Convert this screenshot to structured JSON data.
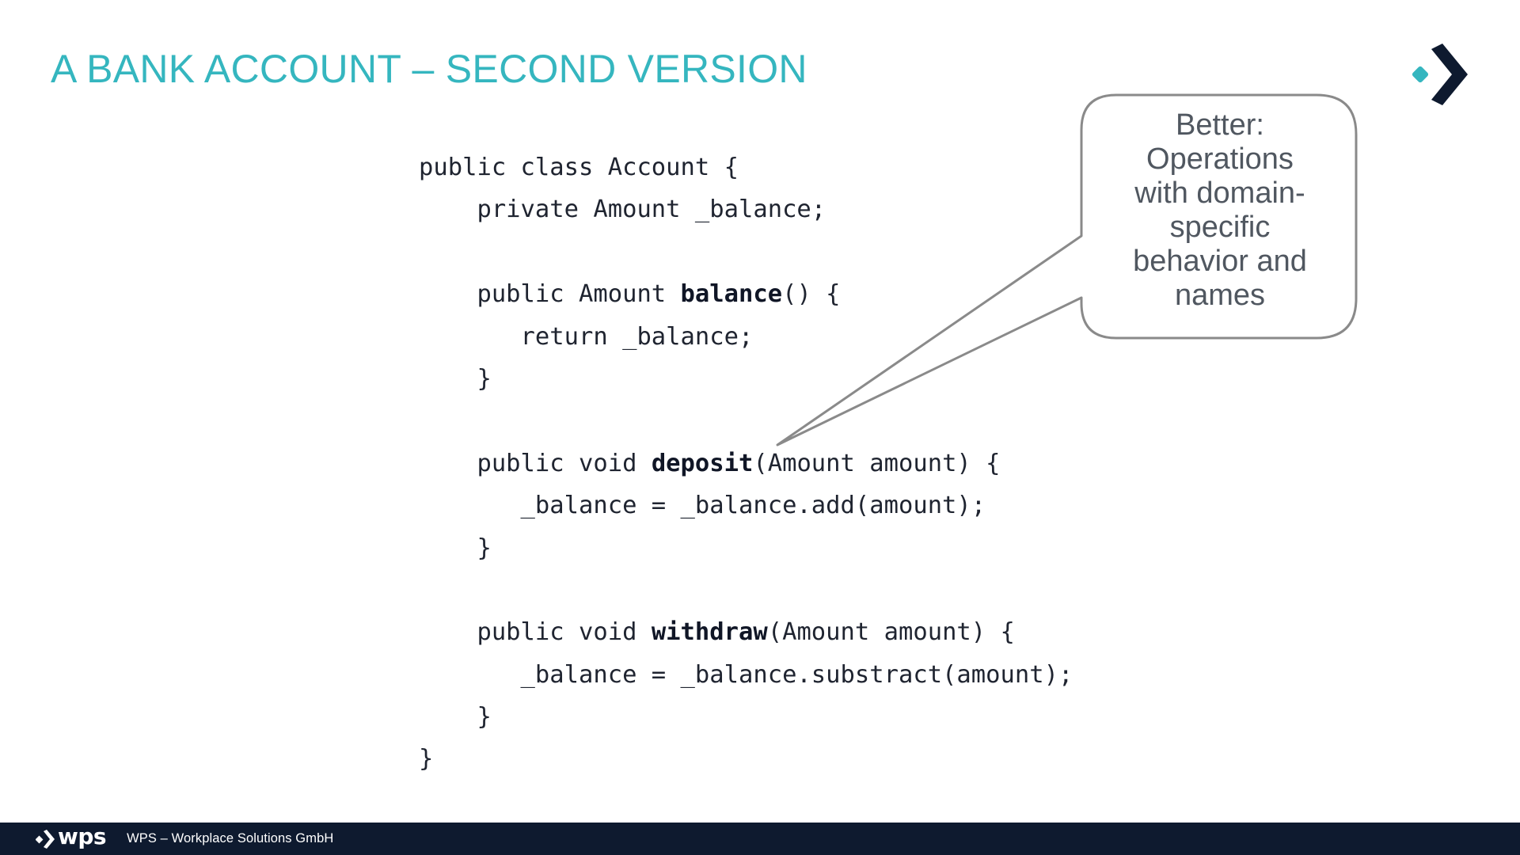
{
  "slide": {
    "title": "A BANK ACCOUNT – SECOND VERSION",
    "accent_color": "#35b6bf",
    "dark_color": "#0e1a2f"
  },
  "code": {
    "language": "java",
    "lines": [
      {
        "text": "public class Account {"
      },
      {
        "text": "    private Amount _balance;"
      },
      {
        "text": ""
      },
      {
        "text": "    public Amount ",
        "bold": "balance",
        "after": "() {"
      },
      {
        "text": "       return _balance;"
      },
      {
        "text": "    }"
      },
      {
        "text": ""
      },
      {
        "text": "    public void ",
        "bold": "deposit",
        "after": "(Amount amount) {"
      },
      {
        "text": "       _balance = _balance.add(amount);"
      },
      {
        "text": "    }"
      },
      {
        "text": ""
      },
      {
        "text": "    public void ",
        "bold": "withdraw",
        "after": "(Amount amount) {"
      },
      {
        "text": "       _balance = _balance.substract(amount);"
      },
      {
        "text": "    }"
      },
      {
        "text": "}"
      }
    ]
  },
  "callout": {
    "lines": [
      "Better:",
      "Operations",
      "with domain-",
      "specific",
      "behavior and",
      "names"
    ]
  },
  "footer": {
    "brand": "wps",
    "company": "WPS – Workplace Solutions GmbH"
  },
  "icons": {
    "corner_logo": "wps-chevron-logo-icon",
    "footer_logo": "wps-chevron-small-icon"
  }
}
